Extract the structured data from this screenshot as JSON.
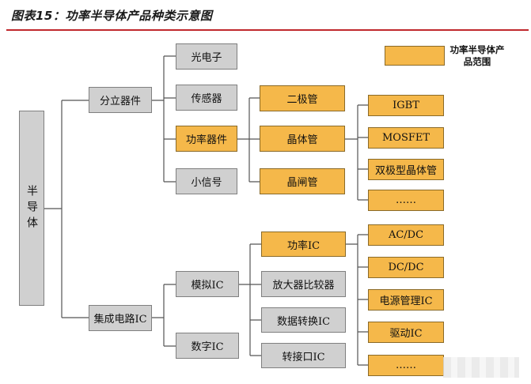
{
  "figure": {
    "title": "图表15：功率半导体产品种类示意图"
  },
  "legend": {
    "label": "功率半导体产品范围",
    "color": "#f5b84a"
  },
  "colors": {
    "grey_box": "#d0d0d0",
    "highlight_box": "#f5b84a",
    "title_rule": "#c0282d"
  },
  "tree": {
    "root": "半导体",
    "discrete": {
      "label": "分立器件",
      "children": [
        "光电子",
        "传感器",
        "功率器件",
        "小信号"
      ],
      "power_devices": {
        "children": [
          "二极管",
          "晶体管",
          "晶闸管"
        ],
        "transistors": [
          "IGBT",
          "MOSFET",
          "双极型晶体管",
          "……"
        ]
      }
    },
    "ic": {
      "label": "集成电路IC",
      "children": [
        "模拟IC",
        "数字IC"
      ],
      "analog": {
        "children": [
          "功率IC",
          "放大器比较器",
          "数据转换IC",
          "转接口IC"
        ],
        "power_ic": [
          "AC/DC",
          "DC/DC",
          "电源管理IC",
          "驱动IC",
          "……"
        ]
      }
    }
  }
}
